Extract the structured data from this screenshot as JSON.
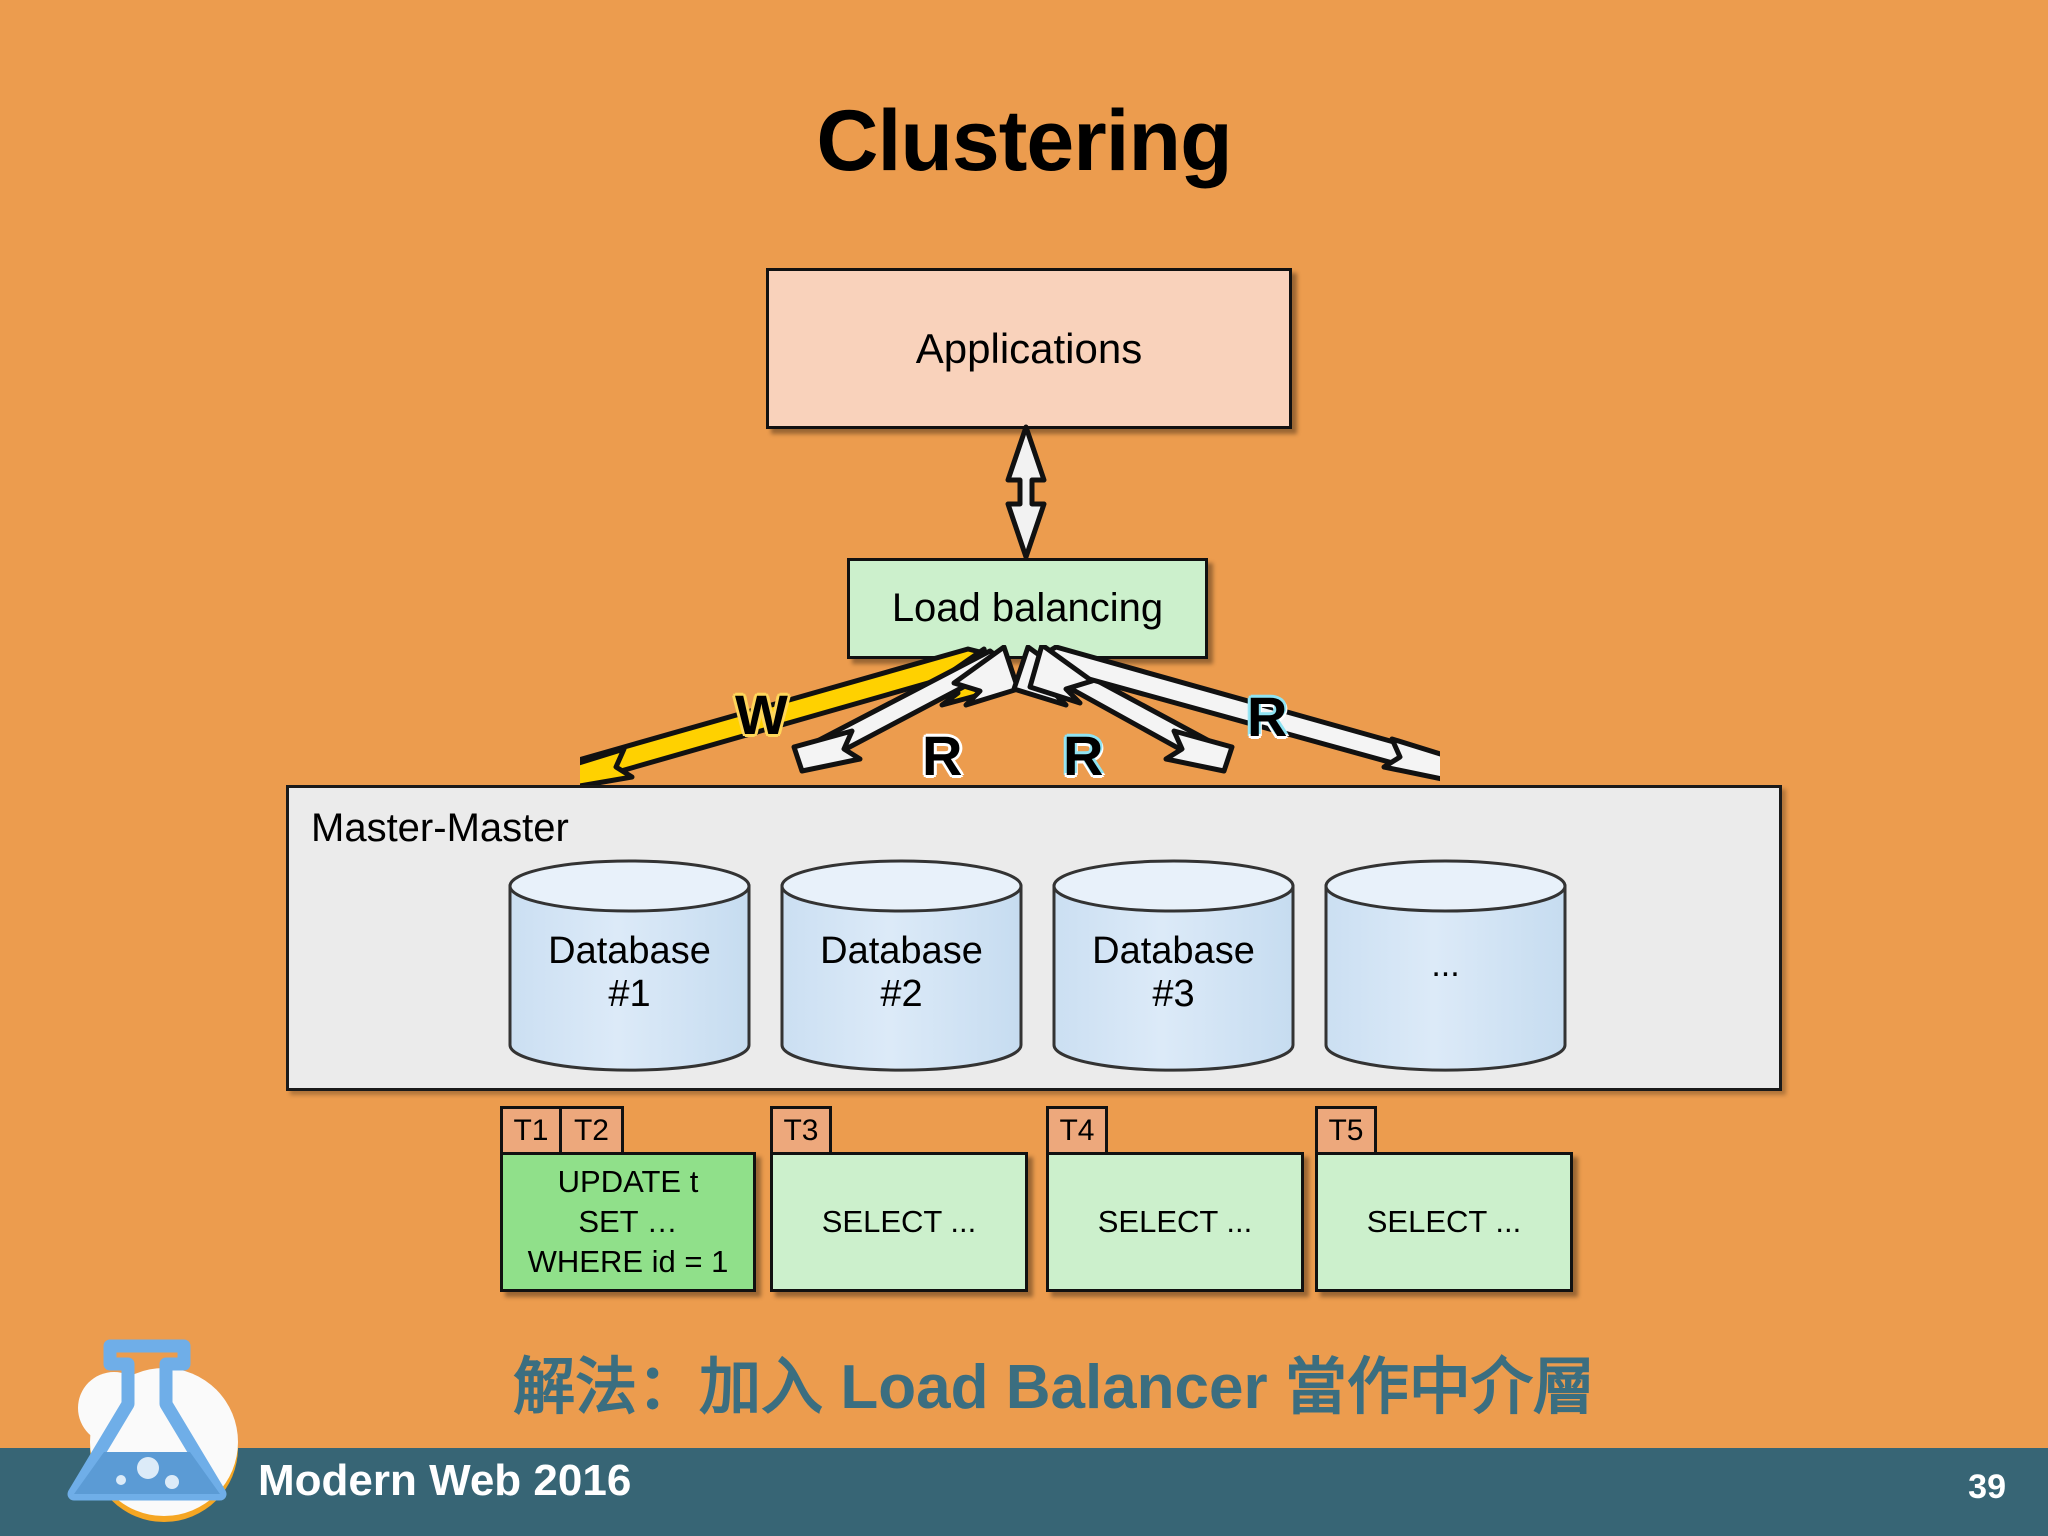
{
  "slide": {
    "title": "Clustering",
    "background_color": "#EC9C4E",
    "caption": "解法：加入 Load Balancer 當作中介層",
    "caption_color": "#3B6E80"
  },
  "diagram": {
    "applications": {
      "label": "Applications",
      "fill": "#F9D2BB"
    },
    "load_balancing": {
      "label": "Load balancing",
      "fill": "#CCF0CC"
    },
    "vertical_arrow": {
      "name": "double-headed-arrow"
    },
    "flows": [
      {
        "id": "w",
        "label": "W",
        "kind": "write",
        "color": "#FFD65A",
        "direction": "left-down"
      },
      {
        "id": "r1",
        "label": "R",
        "kind": "read",
        "color": "#FFFFFF",
        "direction": "left-down"
      },
      {
        "id": "r2",
        "label": "R",
        "kind": "read",
        "color": "#FFFFFF",
        "direction": "right-down"
      },
      {
        "id": "r3",
        "label": "R",
        "kind": "read",
        "color": "#FFFFFF",
        "direction": "right-down"
      }
    ],
    "cluster": {
      "label": "Master-Master",
      "fill": "#EBEBEB",
      "databases": [
        {
          "line1": "Database",
          "line2": "#1"
        },
        {
          "line1": "Database",
          "line2": "#2"
        },
        {
          "line1": "Database",
          "line2": "#3"
        },
        {
          "line1": "...",
          "line2": ""
        }
      ]
    },
    "transactions": [
      {
        "tabs": [
          "T1",
          "T2"
        ],
        "body": "UPDATE  t\nSET …\nWHERE  id = 1",
        "fill": "#90E08A"
      },
      {
        "tabs": [
          "T3"
        ],
        "body": "SELECT ...",
        "fill": "#CCF0CC"
      },
      {
        "tabs": [
          "T4"
        ],
        "body": "SELECT ...",
        "fill": "#CCF0CC"
      },
      {
        "tabs": [
          "T5"
        ],
        "body": "SELECT ...",
        "fill": "#CCF0CC"
      }
    ]
  },
  "footer": {
    "title": "Modern Web 2016",
    "page": "39",
    "bar_color": "#376575",
    "logo_name": "flask-logo"
  }
}
